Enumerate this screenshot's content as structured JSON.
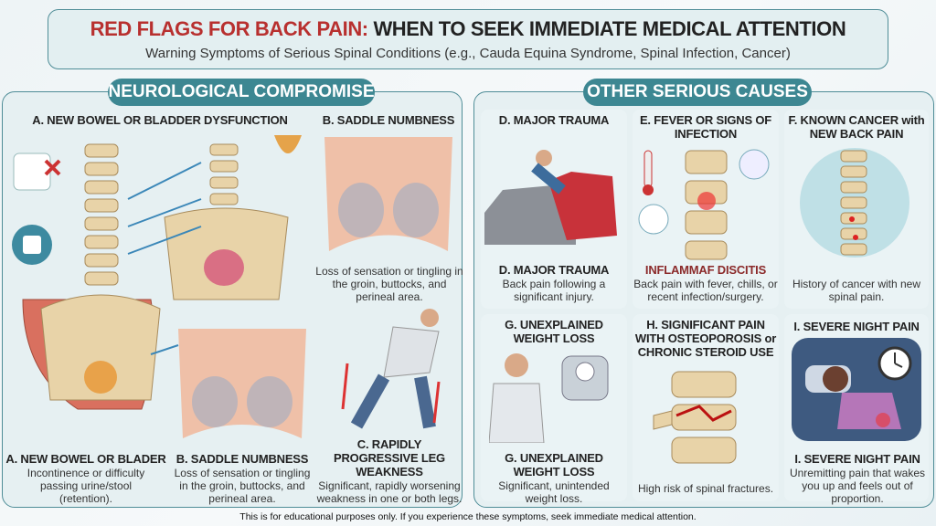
{
  "header": {
    "title_red": "RED FLAGS FOR BACK PAIN:",
    "title_black": " WHEN TO SEEK IMMEDIATE MEDICAL ATTENTION",
    "subtitle": "Warning Symptoms of Serious Spinal Conditions (e.g., Cauda Equina Syndrome, Spinal Infection, Cancer)"
  },
  "colors": {
    "accent": "#3d8792",
    "red": "#b8302f",
    "panel": "#e6f0f2"
  },
  "left": {
    "pill": "NEUROLOGICAL COMPROMISE",
    "a": {
      "top": "A. NEW BOWEL OR BLADDER DYSFUNCTION",
      "bottom": "A. NEW BOWEL OR BLADER",
      "text": "Incontinence or difficulty passing urine/stool (retention)."
    },
    "b": {
      "top": "B. SADDLE NUMBNESS",
      "top_text": "Loss of sensation or tingling in the groin, buttocks, and perineal area.",
      "bottom": "B. SADDLE NUMBNESS",
      "text": "Loss of sensation or tingling in the groin, buttocks, and perineal area."
    },
    "c": {
      "title": "C. RAPIDLY PROGRESSIVE LEG WEAKNESS",
      "text": "Significant, rapidly worsening weakness in one or both legs."
    }
  },
  "right": {
    "pill": "OTHER SERIOUS CAUSES",
    "d": {
      "top": "D. MAJOR TRAUMA",
      "bottom": "D. MAJOR TRAUMA",
      "text": "Back pain following a significant injury."
    },
    "e": {
      "top": "E. FEVER OR SIGNS OF INFECTION",
      "bottom": "INFLAMMAF DISCITIS",
      "text": "Back pain with fever, chills, or recent infection/surgery."
    },
    "f": {
      "top": "F. KNOWN CANCER with NEW BACK PAIN",
      "text": "History of cancer with new spinal pain."
    },
    "g": {
      "top": "G. UNEXPLAINED WEIGHT LOSS",
      "bottom": "G. UNEXPLAINED WEIGHT LOSS",
      "text": "Significant, unintended weight loss."
    },
    "h": {
      "top": "H. SIGNIFICANT PAIN WITH OSTEOPOROSIS or CHRONIC STEROID USE",
      "text": "High risk of spinal fractures."
    },
    "i": {
      "top": "I. SEVERE NIGHT PAIN",
      "bottom": "I. SEVERE NIGHT PAIN",
      "text": "Unremitting pain that wakes you up and feels out of proportion."
    }
  },
  "footer": "This is for educational purposes only. If you experience these symptoms, seek immediate medical attention."
}
